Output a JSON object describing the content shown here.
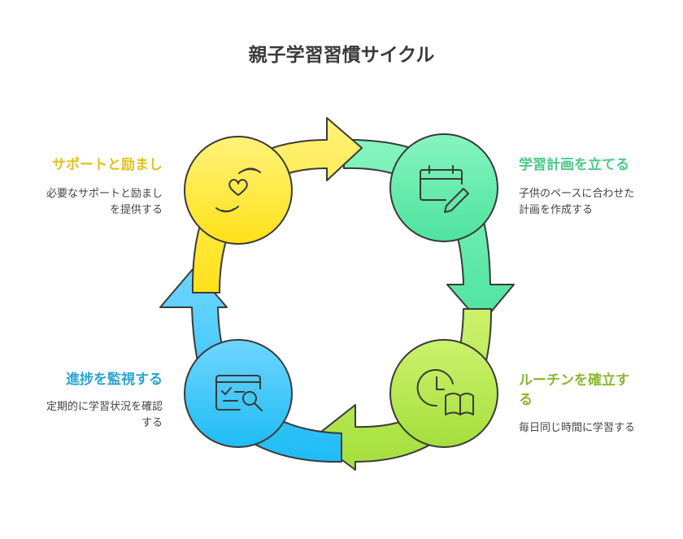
{
  "title": "親子学習習慣サイクル",
  "stages": [
    {
      "id": "plan",
      "title": "学習計画を立てる",
      "desc_lines": [
        "子供のペースに合わせた",
        "計画を作成する"
      ],
      "color": "#4fc98a",
      "fill": "#6fe8ab",
      "icon": "calendar-pencil-icon"
    },
    {
      "id": "routine",
      "title": "ルーチンを確立す",
      "title_line2": "る",
      "desc_lines": [
        "毎日同じ時間に学習する"
      ],
      "color": "#8ab832",
      "fill": "#b4e64e",
      "icon": "clock-book-icon"
    },
    {
      "id": "monitor",
      "title": "進捗を監視する",
      "desc_lines": [
        "定期的に学習状況を確認",
        "する"
      ],
      "color": "#2ba3cf",
      "fill": "#38c6f4",
      "icon": "checklist-search-icon"
    },
    {
      "id": "support",
      "title": "サポートと励まし",
      "desc_lines": [
        "必要なサポートと励まし",
        "を提供する"
      ],
      "color": "#e0c21a",
      "fill": "#ffe85a",
      "icon": "hands-heart-icon"
    }
  ]
}
